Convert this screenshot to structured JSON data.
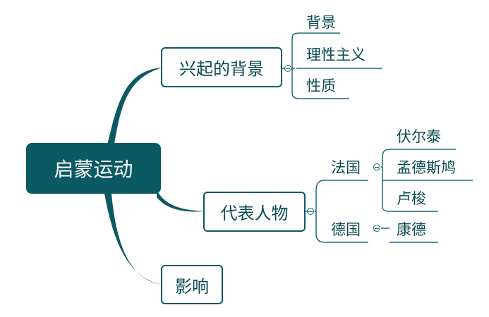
{
  "root": {
    "label": "启蒙运动"
  },
  "branches": {
    "background": {
      "label": "兴起的背景",
      "children": [
        "背景",
        "理性主义",
        "性质"
      ]
    },
    "figures": {
      "label": "代表人物",
      "france": {
        "label": "法国",
        "children": [
          "伏尔泰",
          "孟德斯鸠",
          "卢梭"
        ]
      },
      "germany": {
        "label": "德国",
        "children": [
          "康德"
        ]
      }
    },
    "influence": {
      "label": "影响"
    }
  },
  "colors": {
    "primary": "#0b5963",
    "text": "#0b4a52",
    "background": "#ffffff"
  },
  "icons": {
    "collapse": "minus-circle-icon"
  }
}
